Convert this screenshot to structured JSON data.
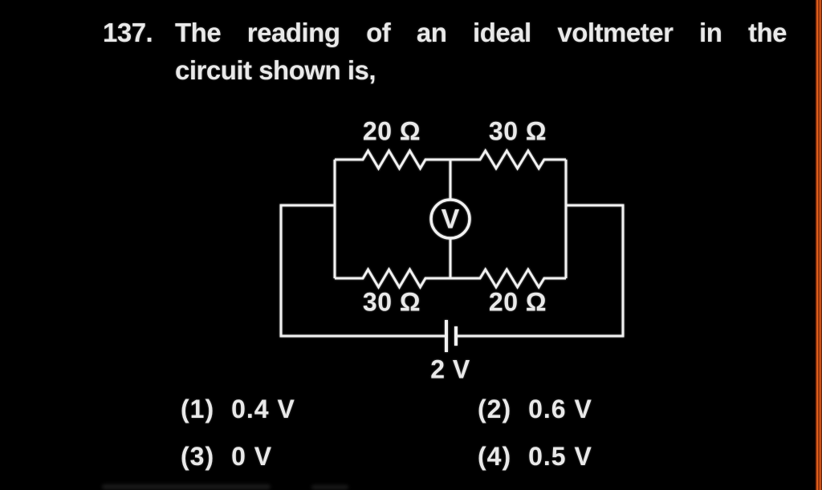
{
  "page": {
    "background": "#000000",
    "text_color": "#e9e9e9",
    "accent_orange": "#e4631d"
  },
  "question": {
    "number": "137.",
    "text_line1": "The reading of an ideal voltmeter in the",
    "text_line2": "circuit shown is,"
  },
  "circuit": {
    "resistors": {
      "top_left": "20 Ω",
      "top_right": "30 Ω",
      "bottom_left": "30 Ω",
      "bottom_right": "20 Ω"
    },
    "voltmeter": "V",
    "battery": "2 V"
  },
  "options": [
    {
      "num": "(1)",
      "text": "0.4 V"
    },
    {
      "num": "(2)",
      "text": "0.6 V"
    },
    {
      "num": "(3)",
      "text": "0 V"
    },
    {
      "num": "(4)",
      "text": "0.5 V"
    }
  ]
}
